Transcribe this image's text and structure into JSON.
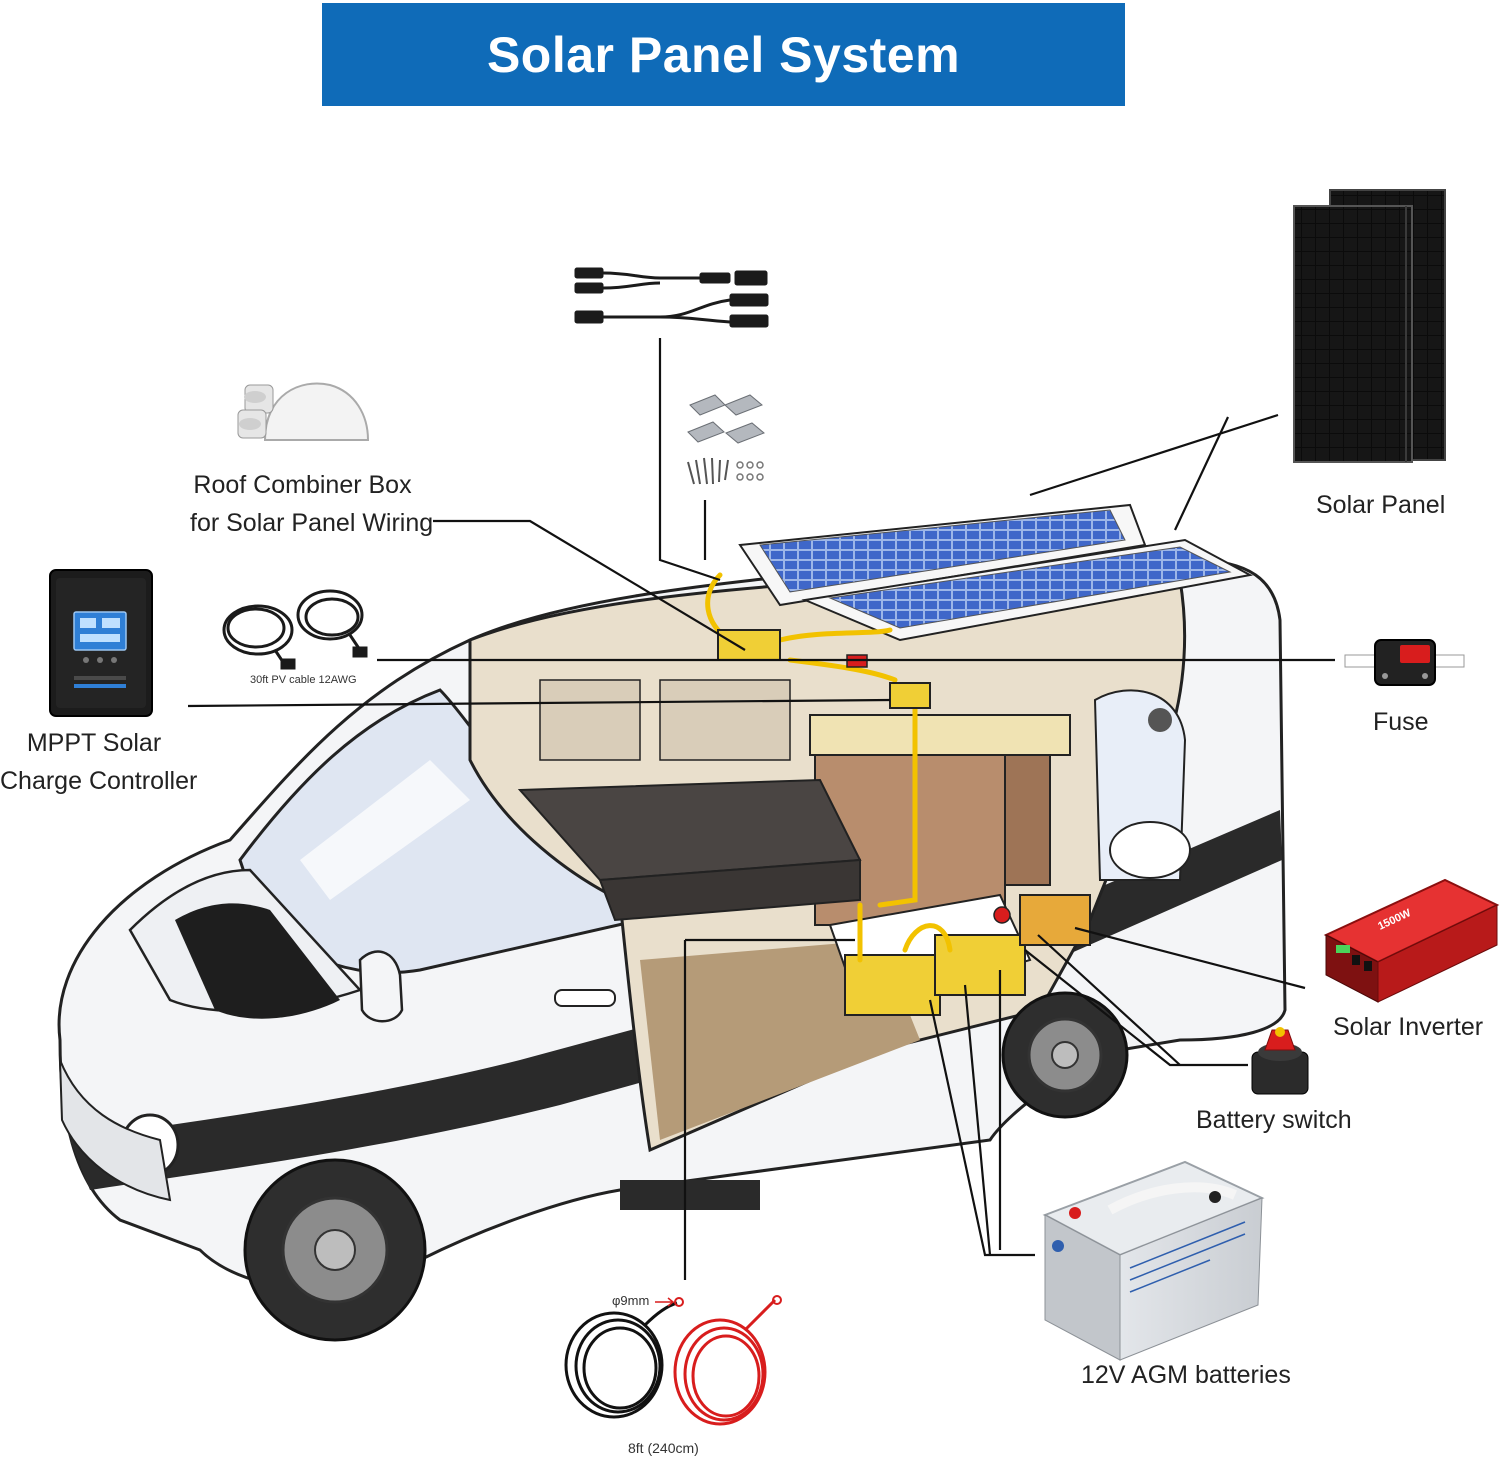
{
  "title": "Solar Panel System",
  "labels": {
    "roof_combiner_line1": "Roof Combiner Box",
    "roof_combiner_line2": "for Solar Panel Wiring",
    "solar_panel": "Solar Panel",
    "mppt_line1": "MPPT Solar",
    "mppt_line2": "Charge Controller",
    "fuse": "Fuse",
    "solar_inverter": "Solar Inverter",
    "battery_switch": "Battery switch",
    "agm_batteries": "12V AGM batteries"
  },
  "annotations": {
    "pv_cable": "30ft PV cable 12AWG",
    "hole_size": "φ9mm",
    "cable_length": "8ft  (240cm)",
    "inverter_rating": "1500W"
  },
  "colors": {
    "banner": "#0f6bb8",
    "cable_yellow": "#f2c200",
    "fuse_red": "#d81d1d",
    "inverter_red": "#d91e1e",
    "panel_black": "#101010",
    "van_body": "#f4f5f7",
    "van_stripe": "#2a2a2a",
    "lcd_blue": "#2f7fd6"
  },
  "icons": [
    "roof-combiner-box-icon",
    "y-branch-connector-icon",
    "mounting-bracket-icon",
    "solar-panel-icon",
    "mppt-controller-icon",
    "pv-cable-coil-icon",
    "fuse-breaker-icon",
    "inverter-icon",
    "battery-switch-icon",
    "agm-battery-icon",
    "battery-cable-pair-icon",
    "van-illustration"
  ]
}
